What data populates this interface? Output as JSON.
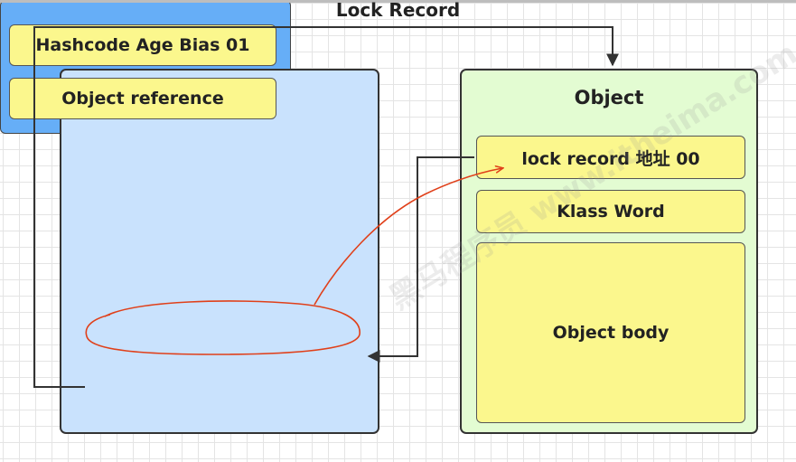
{
  "thread": {
    "title": "Thread-0",
    "lock_record": {
      "title": "Lock Record",
      "fields": [
        "Hashcode Age Bias 01",
        "Object reference"
      ]
    }
  },
  "object": {
    "title": "Object",
    "fields": [
      "lock record 地址 00",
      "Klass Word",
      "Object body"
    ]
  },
  "watermark": "黑马程序员 www.itheima.com",
  "colors": {
    "thread_bg": "#c9e2fd",
    "object_bg": "#e3fcd2",
    "lock_record_bg": "#66aef7",
    "field_bg": "#fbf78d",
    "annotation": "#e0401a"
  }
}
